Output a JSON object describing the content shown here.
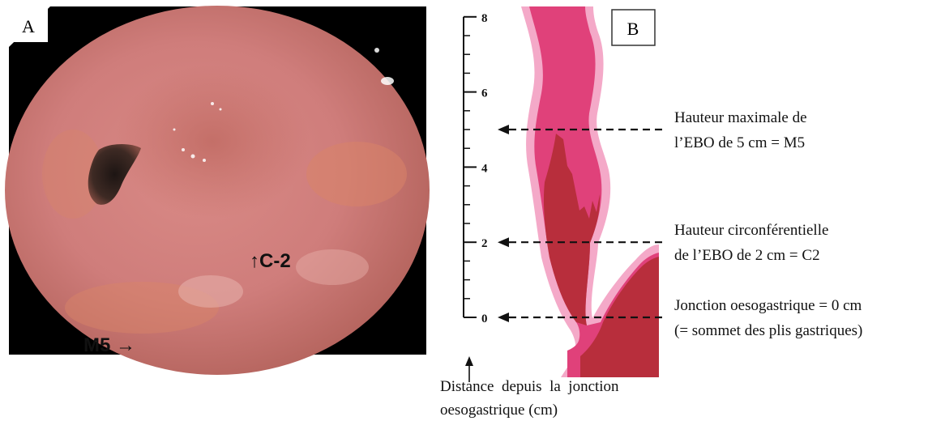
{
  "panel_a": {
    "label": "A",
    "marker_c": "↑C-2",
    "marker_m": "M5 →"
  },
  "panel_b": {
    "label": "B",
    "scale": {
      "ticks": [
        {
          "value": 8,
          "label": "8"
        },
        {
          "value": 6,
          "label": "6"
        },
        {
          "value": 4,
          "label": "4"
        },
        {
          "value": 2,
          "label": "2"
        },
        {
          "value": 0,
          "label": "0"
        }
      ],
      "axis_caption_line1": "Distance  depuis  la  jonction",
      "axis_caption_line2": "oesogastrique (cm)"
    },
    "annotations": [
      {
        "line1": "Hauteur maximale de",
        "line2": "l’EBO de 5 cm = M5",
        "level_cm": 5
      },
      {
        "line1": "Hauteur circonférentielle",
        "line2": "de l’EBO de 2 cm = C2",
        "level_cm": 2
      },
      {
        "line1": "Jonction oesogastrique = 0 cm",
        "line2": "(= sommet des plis gastriques)",
        "level_cm": 0
      }
    ],
    "colors": {
      "outer_wall": "#f4a9c8",
      "mucosa": "#e0417a",
      "barrett": "#b82e3c",
      "stomach": "#b82e3c"
    }
  }
}
